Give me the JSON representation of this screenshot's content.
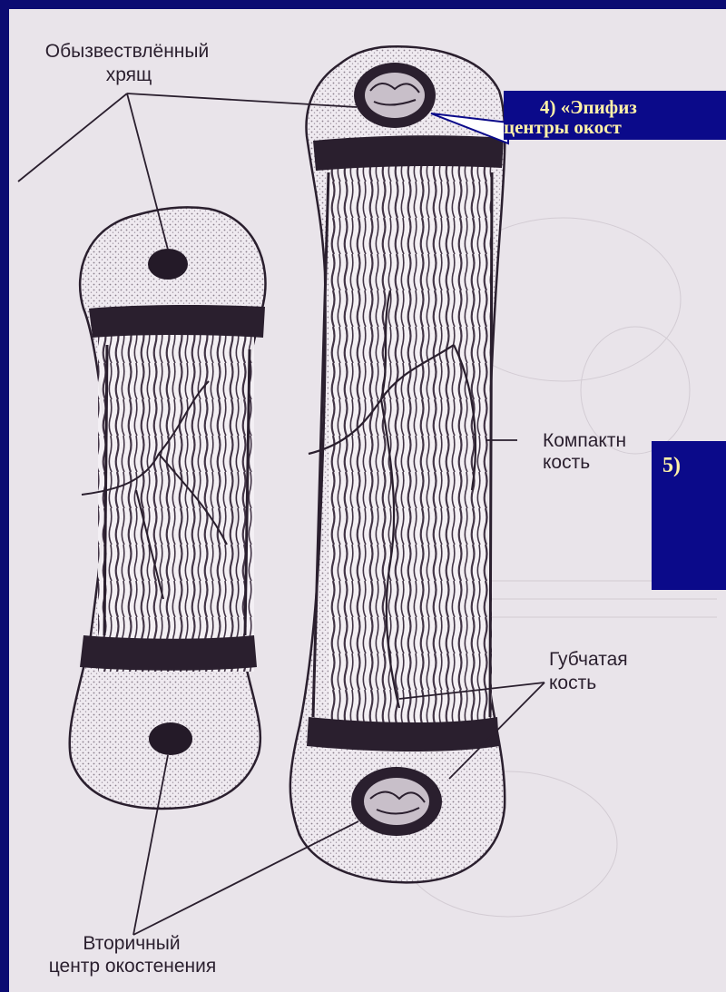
{
  "labels": {
    "calcified_cartilage_line1": "Обызвествлённый",
    "calcified_cartilage_line2": "хрящ",
    "compact_bone_line1": "Компактн",
    "compact_bone_line2": "кость",
    "spongy_bone_line1": "Губчатая",
    "spongy_bone_line2": "кость",
    "secondary_center_line1": "Вторичный",
    "secondary_center_line2": "центр окостенения"
  },
  "callouts": {
    "epiphysis_line1": "4) «Эпифиз",
    "epiphysis_line2": "центры окост",
    "item5": "5)"
  },
  "colors": {
    "slide_background": "#0b0b72",
    "callout_fill": "#0b0a8a",
    "callout_text": "#fff2a8",
    "drawing_ink": "#2a1f2e",
    "paper": "#e9e4ea"
  }
}
